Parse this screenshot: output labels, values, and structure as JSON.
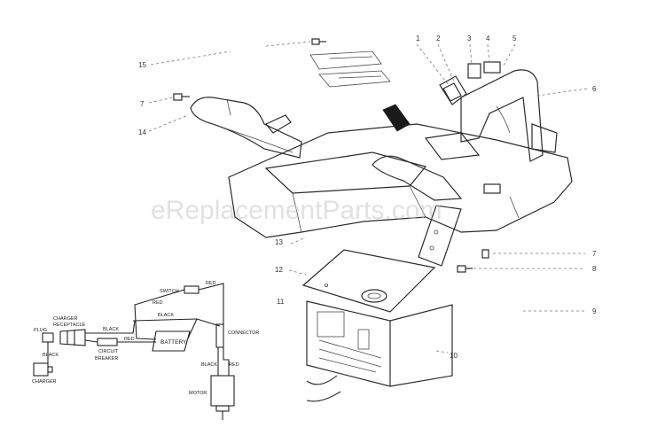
{
  "watermark": "eReplacementParts.com",
  "callouts": {
    "c1": "1",
    "c2": "2",
    "c3": "3",
    "c4": "4",
    "c5": "5",
    "c6": "6",
    "c7a": "7",
    "c7b": "7",
    "c8": "8",
    "c9": "9",
    "c10": "10",
    "c11": "11",
    "c12": "12",
    "c13": "13",
    "c14": "14",
    "c15": "15"
  },
  "wiring": {
    "switch": "SWITCH",
    "red": "RED",
    "black": "BLACK",
    "charger_receptacle_1": "CHARGER",
    "charger_receptacle_2": "RECEPTACLE",
    "plug": "PLUG",
    "battery": "BATTERY",
    "circuit_breaker_1": "CIRCUIT",
    "circuit_breaker_2": "BREAKER",
    "connector": "CONNECTOR",
    "charger": "CHARGER",
    "motor": "MOTOR"
  }
}
